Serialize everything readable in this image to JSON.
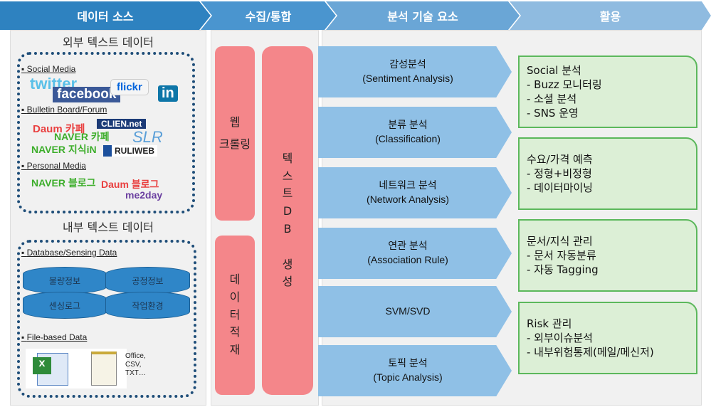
{
  "header": [
    "데이터 소스",
    "수집/통합",
    "분석 기술 요소",
    "활용"
  ],
  "colors": {
    "header1": "#2e82c0",
    "header2": "#4a95cf",
    "header3": "#6aa6d6",
    "header4": "#8fbbe0",
    "pink": "#f4868a",
    "blue": "#8fc0e6",
    "green_fill": "#dcefd6",
    "green_border": "#5cb85c"
  },
  "sources": {
    "external_title": "외부 텍스트 데이터",
    "social_label": "Social Media",
    "social_logos": [
      "twitter",
      "facebook",
      "flickr",
      "in"
    ],
    "bulletin_label": "Bulletin Board/Forum",
    "bulletin_logos": [
      "Daum 카페",
      "NAVER 카페",
      "CLIEN.net",
      "SLR",
      "NAVER 지식iN",
      "RULIWEB"
    ],
    "personal_label": "Personal Media",
    "personal_logos": [
      "NAVER 블로그",
      "Daum 블로그",
      "me2day"
    ],
    "internal_title": "내부 텍스트 데이터",
    "db_label": "Database/Sensing Data",
    "db_items": [
      "불량정보",
      "공정정보",
      "센싱로그",
      "작업환경"
    ],
    "file_label": "File-based Data",
    "file_types": "Office,\nCSV,\nTXT…"
  },
  "collect": {
    "crawl": "웹\n크롤링",
    "load": "데\n이\n터\n적\n재",
    "textdb": "텍\n스\n트\nD\nB\n\n생\n성"
  },
  "analysis": [
    {
      "ko": "감성분석",
      "en": "(Sentiment Analysis)"
    },
    {
      "ko": "분류 분석",
      "en": "(Classification)"
    },
    {
      "ko": "네트워크 분석",
      "en": "(Network Analysis)"
    },
    {
      "ko": "연관 분석",
      "en": "(Association Rule)"
    },
    {
      "ko": "SVM/SVD",
      "en": ""
    },
    {
      "ko": "토픽 분석",
      "en": "(Topic Analysis)"
    }
  ],
  "usage": [
    [
      "Social 분석",
      "- Buzz 모니터링",
      "- 소셜 분석",
      "- SNS 운영"
    ],
    [
      "수요/가격 예측",
      "- 정형+비정형",
      "- 데이터마이닝"
    ],
    [
      "문서/지식 관리",
      "- 문서 자동분류",
      "- 자동 Tagging"
    ],
    [
      "Risk 관리",
      "- 외부이슈분석",
      "- 내부위험통제(메일/메신저)"
    ]
  ]
}
